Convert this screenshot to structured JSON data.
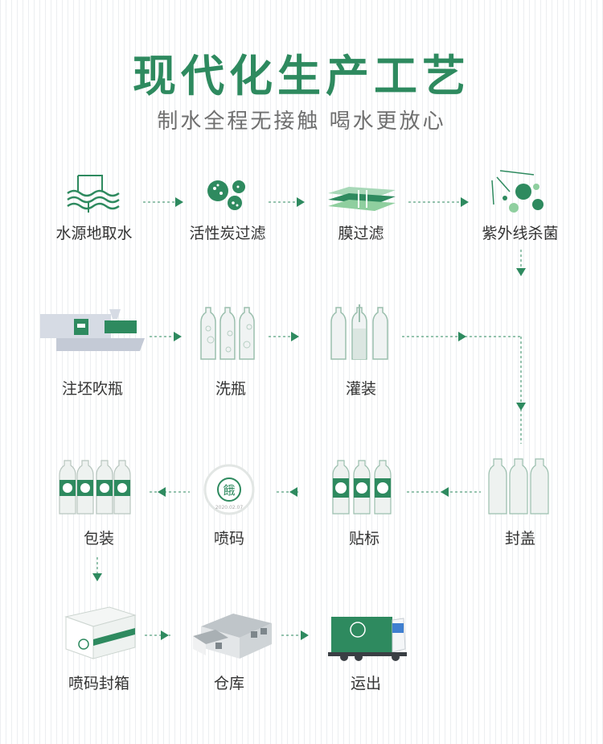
{
  "title": "现代化生产工艺",
  "subtitle": "制水全程无接触  喝水更放心",
  "brand_char": "餓",
  "colors": {
    "accent": "#2e8a5f",
    "arrow": "#2e8a5f",
    "text": "#333333",
    "subtitle": "#6f6f6f"
  },
  "steps": [
    {
      "label": "水源地取水",
      "icon": "water-source-icon"
    },
    {
      "label": "活性炭过滤",
      "icon": "activated-carbon-icon"
    },
    {
      "label": "膜过滤",
      "icon": "membrane-filter-icon"
    },
    {
      "label": "紫外线杀菌",
      "icon": "uv-sterilize-icon"
    },
    {
      "label": "注坯吹瓶",
      "icon": "blow-molding-machine-icon"
    },
    {
      "label": "洗瓶",
      "icon": "bottle-wash-icon"
    },
    {
      "label": "灌装",
      "icon": "filling-icon"
    },
    {
      "label": "封盖",
      "icon": "capping-icon"
    },
    {
      "label": "贴标",
      "icon": "labeling-icon"
    },
    {
      "label": "喷码",
      "icon": "coding-icon"
    },
    {
      "label": "包装",
      "icon": "packaging-icon"
    },
    {
      "label": "喷码封箱",
      "icon": "carton-box-icon"
    },
    {
      "label": "仓库",
      "icon": "warehouse-icon"
    },
    {
      "label": "运出",
      "icon": "delivery-truck-icon"
    }
  ],
  "coding_text": "2020.02.07"
}
